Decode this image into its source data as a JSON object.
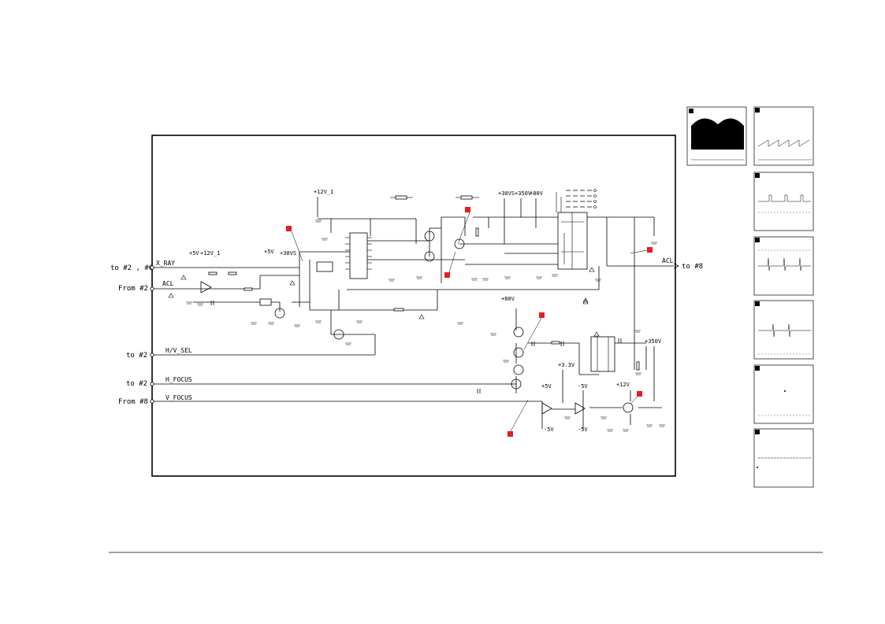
{
  "connectors": [
    {
      "text": "to #2 , #6",
      "signal": "X_RAY"
    },
    {
      "text": "From #2",
      "signal": "ACL"
    },
    {
      "text": "to #2",
      "signal": "H/V_SEL"
    },
    {
      "text": "to #2",
      "signal": "H_FOCUS"
    },
    {
      "text": "From #8",
      "signal": "V_FOCUS"
    }
  ],
  "output_connector": {
    "text": "to #8",
    "signal": "ACL"
  },
  "supply_rails": [
    "+5V",
    "+12V_1",
    "+5V",
    "+30VS",
    "+12V_1",
    "+30VS",
    "+350V",
    "+80V",
    "+80V",
    "+3.3V",
    "-5V",
    "-5V",
    "+5V",
    "-5V",
    "+12V",
    "+350V"
  ],
  "marker_color": "#e31e24",
  "waveform_panels": [
    {
      "shape": "solid"
    },
    {
      "shape": "sawtooth"
    },
    {
      "shape": "pulse"
    },
    {
      "shape": "spike"
    },
    {
      "shape": "dot"
    },
    {
      "shape": "flat"
    }
  ]
}
